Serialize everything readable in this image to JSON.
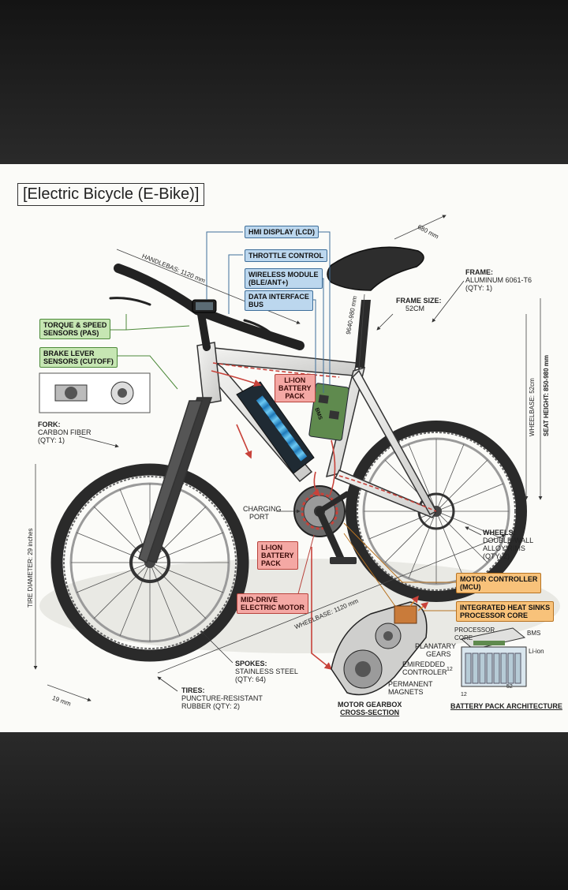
{
  "title": "[Electric Bicycle (E-Bike)]",
  "callouts": {
    "hmi": "HMI DISPLAY (LCD)",
    "throttle": "THROTTLE CONTROL",
    "wireless_1": "WIRELESS MODULE",
    "wireless_2": "(BLE/ANT+)",
    "data_1": "DATA INTERFACE",
    "data_2": "BUS",
    "torque_1": "TORQUE & SPEED",
    "torque_2": "SENSORS (PAS)",
    "brake_1": "BRAKE LEVER",
    "brake_2": "SENSORS (CUTOFF)",
    "liion_top_1": "LI-ION",
    "liion_top_2": "BATTERY",
    "liion_top_3": "PACK",
    "liion_mid_1": "LI-ION",
    "liion_mid_2": "BATTERY",
    "liion_mid_3": "PACK",
    "middrive_1": "MID-DRIVE",
    "middrive_2": "ELECTRIC MOTOR",
    "mcu_1": "MOTOR CONTROLLER",
    "mcu_2": "(MCU)",
    "heatsink_1": "INTEGRATED HEAT SINKS",
    "heatsink_2": "PROCESSOR CORE"
  },
  "specs": {
    "frame_title": "FRAME:",
    "frame_1": "ALUMINUM 6061-T6",
    "frame_2": "(QTY: 1)",
    "frame_size_title": "FRAME SIZE:",
    "frame_size": "52cm",
    "fork_title": "FORK:",
    "fork_1": "CARBON FIBER",
    "fork_2": "(QTY: 1)",
    "charging_1": "CHARGING",
    "charging_2": "PORT",
    "wheels_title": "WHEELS:",
    "wheels_1": "DOUBLE-WALL",
    "wheels_2": "ALLOY RIMS",
    "wheels_3": "(QTY: 2)",
    "spokes_title": "SPOKES:",
    "spokes_1": "STAINLESS STEEL",
    "spokes_2": "(QTY: 64)",
    "tires_title": "TIRES:",
    "tires_1": "PUNCTURE-RESISTANT",
    "tires_2": "RUBBER (QTY: 2)"
  },
  "dimensions": {
    "handlebar": "HANDLEBAS: 1120 mm",
    "saddle": "680 mm",
    "seatpost": "9640-980 mm",
    "wheelbase_right": "WHEELBASE: 52cm",
    "seat_height": "SEAT HEIGHT: 850-980 mm",
    "tire_diameter": "TIRE DIAMETER: 29 inches",
    "wheelbase_bottom": "WHEELBASE: 1120 mm",
    "tire_width": "19 mm"
  },
  "gearbox": {
    "planetary_1": "PLANATARY",
    "planetary_2": "GEARS",
    "embedded_1": "EMIREDDED",
    "embedded_2": "CONTROLER",
    "magnets_1": "PERMANENT",
    "magnets_2": "MAGNETS",
    "caption_1": "MOTOR GEARBOX",
    "caption_2": "CROSS-SECTION"
  },
  "battery_arch": {
    "processor_1": "PROCESSOR",
    "processor_2": "CORE",
    "bms": "BMS",
    "liion": "Li-ion",
    "num_12a": "12",
    "num_12b": "12",
    "num_52": "52",
    "caption": "BATTERY PACK ARCHITECTURE"
  },
  "bms_tag": "BMS",
  "colors": {
    "blue_box": "#bcd7ee",
    "green_box": "#c6e6b3",
    "red_box": "#f4a8a4",
    "orange_box": "#f8c27a",
    "frame": "#e8e8e6",
    "battery_cells": "#3aa6e0"
  }
}
